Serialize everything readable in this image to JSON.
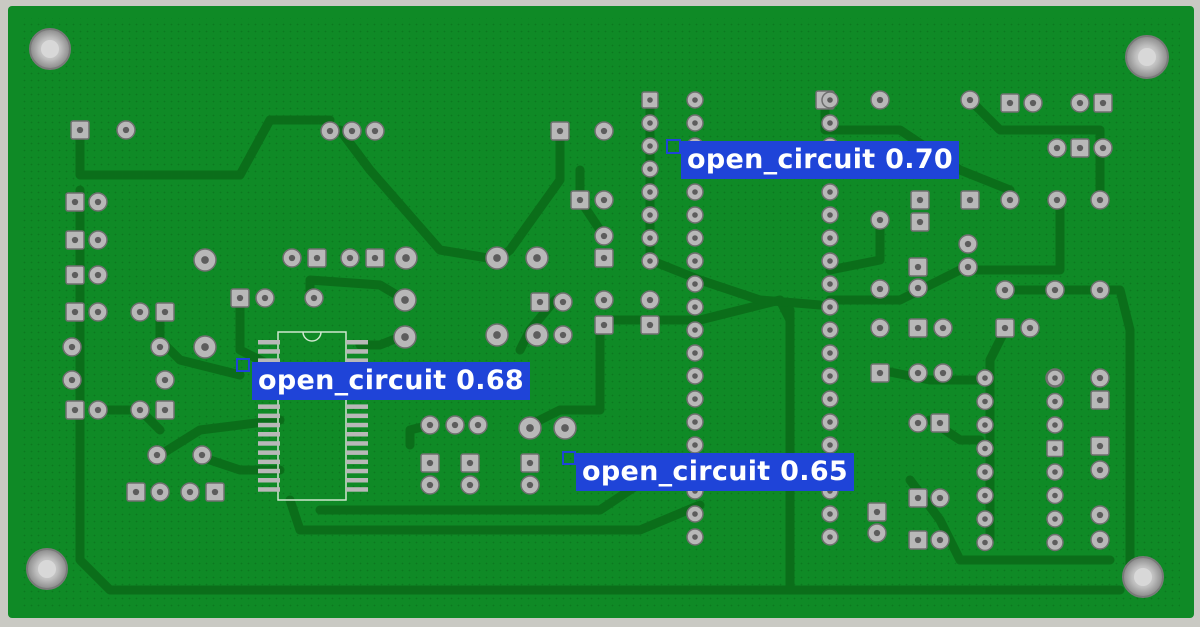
{
  "image": {
    "subject": "bare green printed circuit board",
    "board_color": "#0f8a26",
    "trace_color": "#0b6e1a",
    "pad_color": "#b8b8b8",
    "background_color": "#c9c9c3",
    "box_color": "#1f44d8"
  },
  "detections": [
    {
      "label": "open_circuit 0.70",
      "class": "open_circuit",
      "score": 0.7
    },
    {
      "label": "open_circuit 0.68",
      "class": "open_circuit",
      "score": 0.68
    },
    {
      "label": "open_circuit 0.65",
      "class": "open_circuit",
      "score": 0.65
    }
  ]
}
